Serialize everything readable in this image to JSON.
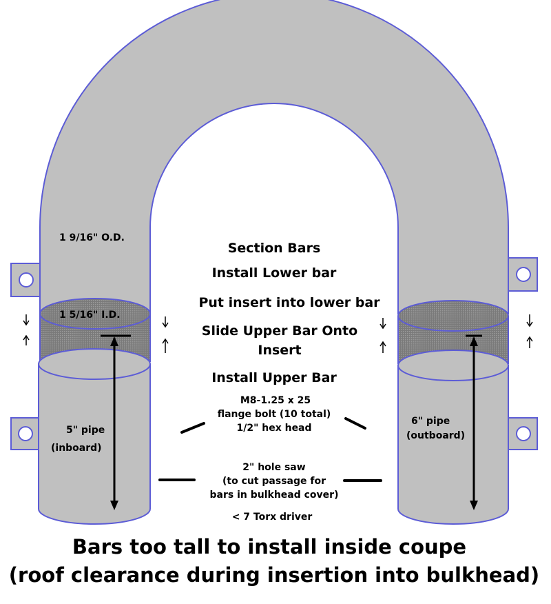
{
  "steps": {
    "step1": "Section Bars",
    "step2": "Install Lower bar",
    "step3": "Put insert into lower bar",
    "step4_line1": "Slide Upper Bar Onto",
    "step4_line2": "Insert",
    "step5": "Install Upper Bar"
  },
  "labels": {
    "outer_diameter": "1 9/16\" O.D.",
    "inner_diameter": "1 5/16\" I.D.",
    "pipe_left_line1": "5\" pipe",
    "pipe_left_line2": "(inboard)",
    "pipe_right_line1": "6\" pipe",
    "pipe_right_line2": "(outboard)",
    "bolt_line1": "M8-1.25 x 25",
    "bolt_line2": "flange bolt (10 total)",
    "bolt_line3": "1/2\" hex head",
    "saw_line1": "2\" hole saw",
    "saw_line2": "(to cut passage for",
    "saw_line3": "bars in bulkhead cover)",
    "torx": "< 7 Torx driver"
  },
  "caption": {
    "line1": "Bars too tall to install inside coupe",
    "line2": "(roof clearance during insertion into bulkhead)"
  },
  "colors": {
    "bar_fill": "#c0c0c0",
    "insert_fill": "#808080",
    "outline": "#5c5cd6",
    "text": "#000000"
  }
}
